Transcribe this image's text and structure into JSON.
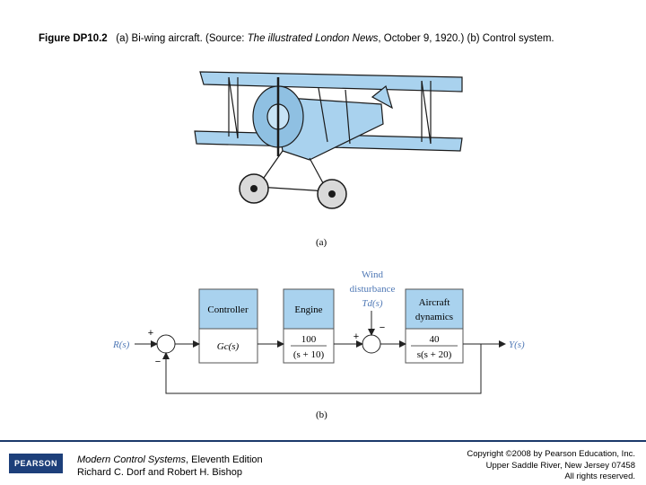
{
  "caption": {
    "label": "Figure DP10.2",
    "text_a": "(a) Bi-wing aircraft. (Source: ",
    "source": "The illustrated London News",
    "text_b": ", October 9, 1920.) (b) Control system."
  },
  "figure_a_label": "(a)",
  "figure_b_label": "(b)",
  "diagram": {
    "wind_label_1": "Wind",
    "wind_label_2": "disturbance",
    "wind_symbol": "Td(s)",
    "blocks": {
      "controller_title": "Controller",
      "controller_tf": "Gc(s)",
      "engine_title": "Engine",
      "engine_num": "100",
      "engine_den": "(s + 10)",
      "aircraft_title_1": "Aircraft",
      "aircraft_title_2": "dynamics",
      "aircraft_num": "40",
      "aircraft_den": "s(s + 20)"
    },
    "input_label": "R(s)",
    "output_label": "Y(s)",
    "sum1_top_sign": "+",
    "sum1_bottom_sign": "−",
    "sum2_left_sign": "+",
    "sum2_top_sign": "−"
  },
  "footer": {
    "logo": "PEARSON",
    "book_title": "Modern Control Systems",
    "edition": ", Eleventh Edition",
    "authors": "Richard C. Dorf and Robert H. Bishop",
    "copyright_1": "Copyright ©2008 by Pearson Education, Inc.",
    "copyright_2": "Upper Saddle River, New Jersey 07458",
    "copyright_3": "All rights reserved."
  }
}
